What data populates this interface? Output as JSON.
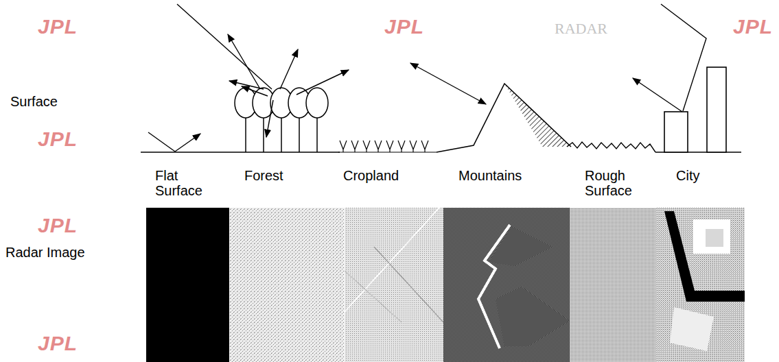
{
  "diagram": {
    "labels": [
      "Surface",
      "Radar Image",
      "Flat Surface",
      "Forest",
      "Cropland",
      "Mountains",
      "Rough Surface",
      "City",
      "JPL",
      "JPL",
      "RADAR",
      "JPL",
      "JPL",
      "JPL",
      "JPL"
    ]
  }
}
